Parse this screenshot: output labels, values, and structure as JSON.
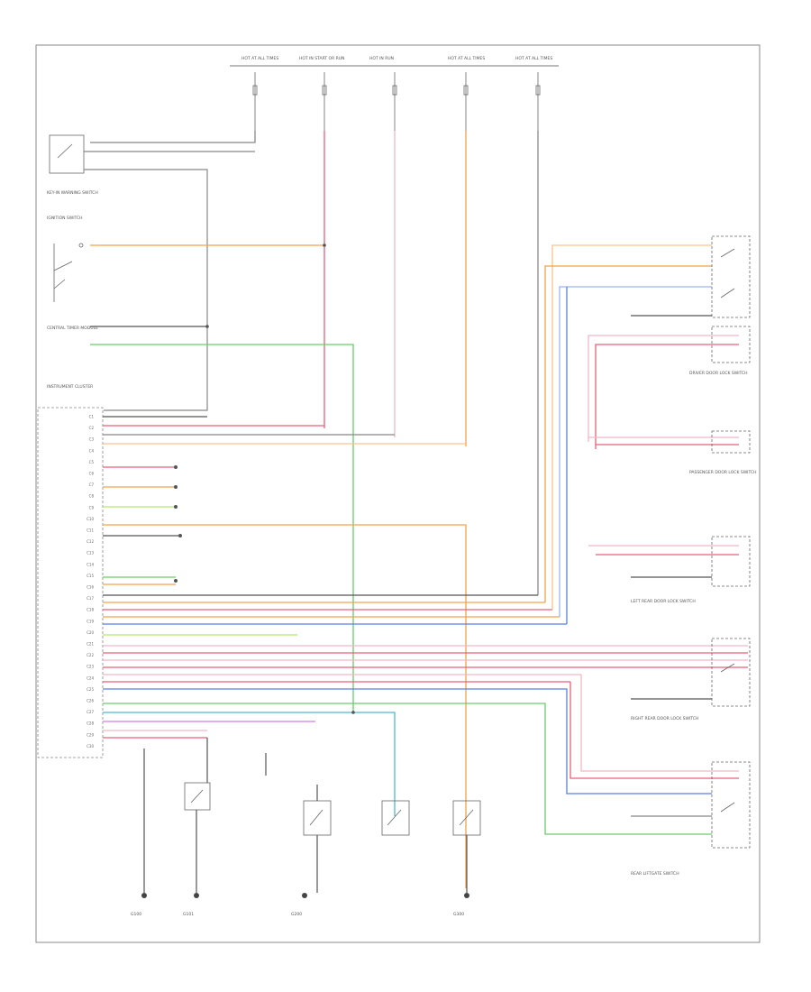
{
  "diagram": {
    "figure_id": "",
    "fuse_sources": [
      {
        "id": "fuse-1",
        "label": "HOT AT ALL TIMES"
      },
      {
        "id": "fuse-2",
        "label": "HOT IN START OR RUN"
      },
      {
        "id": "fuse-3",
        "label": "HOT IN RUN"
      },
      {
        "id": "fuse-4",
        "label": "HOT AT ALL TIMES"
      },
      {
        "id": "fuse-5",
        "label": "HOT AT ALL TIMES"
      }
    ],
    "components": {
      "left_top_switch": "KEY-IN WARNING SWITCH",
      "ignition_switch": "IGNITION SWITCH",
      "instrument_cluster": "INSTRUMENT CLUSTER",
      "central_module": "CENTRAL TIMER MODULE",
      "right_door_1": "DRIVER DOOR LOCK SWITCH",
      "right_door_2": "PASSENGER DOOR LOCK SWITCH",
      "right_door_3": "LEFT REAR DOOR LOCK SWITCH",
      "right_door_4": "RIGHT REAR DOOR LOCK SWITCH",
      "right_door_5": "REAR LIFTGATE SWITCH",
      "bottom_1": "G100",
      "bottom_2": "G101",
      "bottom_3": "G200",
      "bottom_4": "G300"
    },
    "cluster_pins": [
      "C1",
      "C2",
      "C3",
      "C4",
      "C5",
      "C6",
      "C7",
      "C8",
      "C9",
      "C10",
      "C11",
      "C12",
      "C13",
      "C14",
      "C15",
      "C16",
      "C17",
      "C18",
      "C19",
      "C20",
      "C21",
      "C22",
      "C23",
      "C24",
      "C25",
      "C26",
      "C27",
      "C28",
      "C29",
      "C30"
    ],
    "colors": {
      "pink": "#f2b8c6",
      "red": "#e8607a",
      "orange": "#f2a24a",
      "light_orange": "#f7c48f",
      "green": "#6cc96c",
      "light_green": "#b7e86b",
      "blue": "#5b7fe0",
      "light_blue": "#9db5f0",
      "teal": "#4fb8c9",
      "gray": "#888888",
      "dark": "#555555",
      "purple": "#d07fe0",
      "yellow": "#e6d85a"
    }
  }
}
